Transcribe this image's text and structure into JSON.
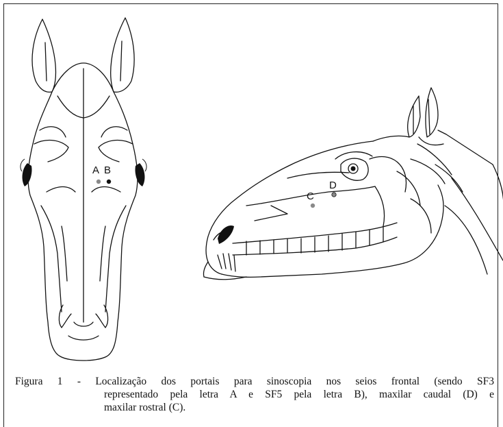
{
  "figure": {
    "labels": {
      "a": "A",
      "b": "B",
      "c": "C",
      "d": "D"
    },
    "colors": {
      "gray_dot": "#8a8a8a",
      "black_dot": "#111111",
      "outline": "#111111"
    }
  },
  "caption": {
    "line1": "Figura 1 - Localização dos portais para sinoscopia nos seios frontal (sendo SF3",
    "line2": "representado pela letra A e SF5 pela letra B), maxilar caudal (D) e",
    "line3": "maxilar rostral (C)."
  }
}
